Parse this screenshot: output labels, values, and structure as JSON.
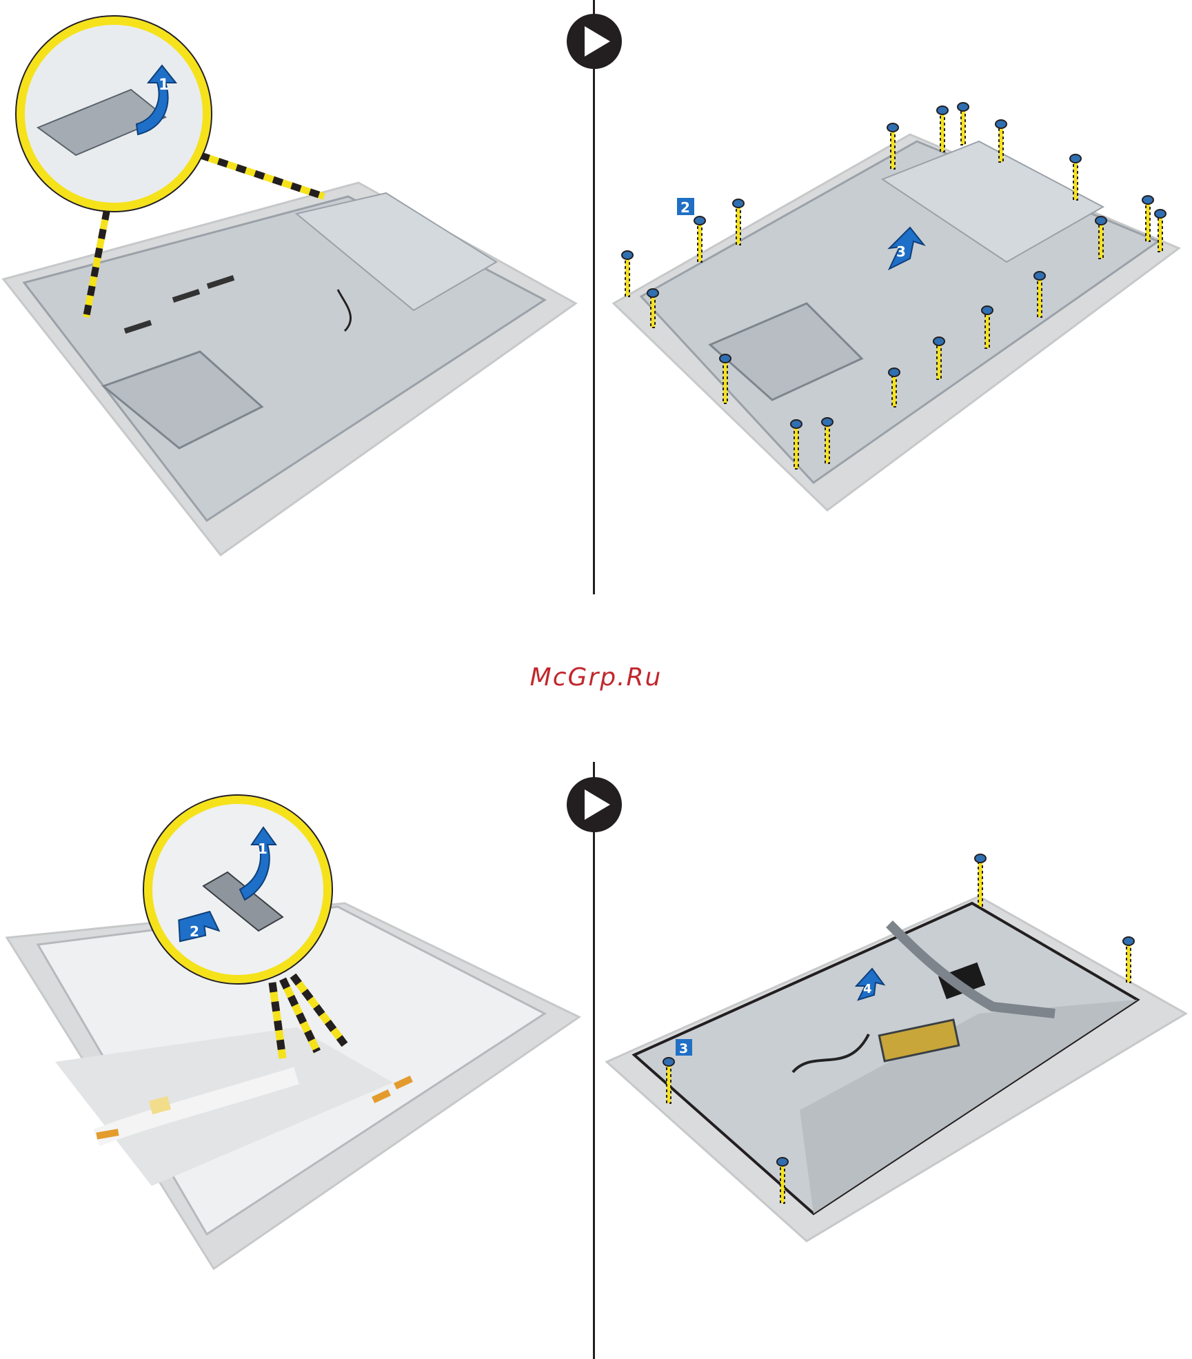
{
  "watermark": "McGrp.Ru",
  "colors": {
    "callout_yellow": "#f5e21b",
    "step_blue": "#1e6fc8",
    "label_box_blue": "#1f6fc5",
    "frame_gray": "#d8d9da",
    "metal": "#c9ced3",
    "screw_blue": "#2f6fb2",
    "watermark_red": "#c1272d",
    "divider": "#231f20"
  },
  "icons": [
    "next-step-arrow-icon",
    "screw-icon",
    "lift-arrow-icon",
    "slide-arrow-icon"
  ],
  "panels": {
    "top_left": {
      "arrows": [
        "1"
      ]
    },
    "top_right": {
      "box_label": "2",
      "arrows": [
        "3"
      ]
    },
    "bottom_left": {
      "arrows": [
        "1",
        "2"
      ]
    },
    "bottom_right": {
      "box_label": "3",
      "arrows": [
        "4"
      ]
    }
  }
}
